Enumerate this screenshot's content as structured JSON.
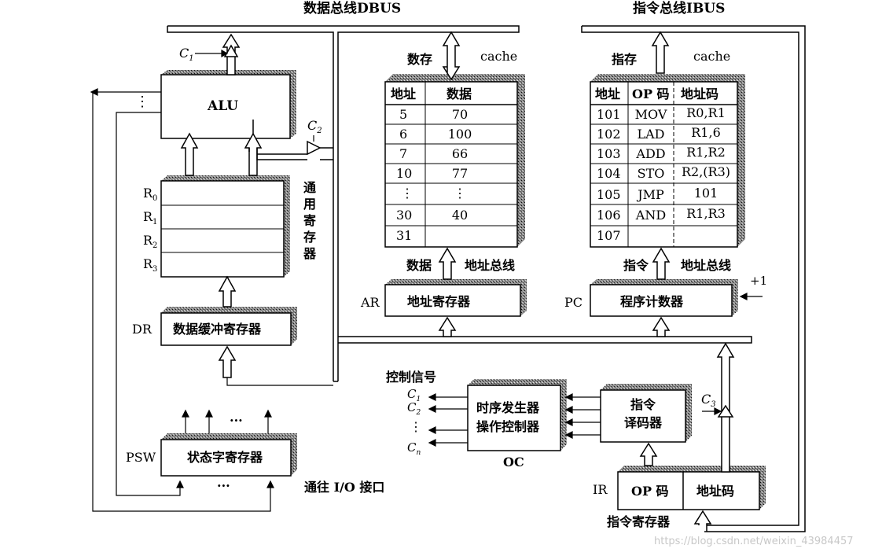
{
  "dbus_label": "数据总线DBUS",
  "ibus_label": "指令总线IBUS",
  "alu": {
    "label": "ALU",
    "c1": "C",
    "c1_sub": "1",
    "dots": "⋮"
  },
  "c2": {
    "label": "C",
    "sub": "2"
  },
  "general_regs": {
    "side_label": [
      "通",
      "用",
      "寄",
      "存",
      "器"
    ],
    "regs": [
      {
        "r": "R",
        "s": "0"
      },
      {
        "r": "R",
        "s": "1"
      },
      {
        "r": "R",
        "s": "2"
      },
      {
        "r": "R",
        "s": "3"
      }
    ]
  },
  "dr": {
    "tag": "DR",
    "label": "数据缓冲寄存器"
  },
  "psw": {
    "tag": "PSW",
    "label": "状态字寄存器",
    "dots_top": "···",
    "dots_bottom": "···"
  },
  "io_label": "通往 I/O 接口",
  "data_cache": {
    "top_left": "数存",
    "top_right": "cache",
    "headers": [
      "地址",
      "数据"
    ],
    "rows": [
      [
        "5",
        "70"
      ],
      [
        "6",
        "100"
      ],
      [
        "7",
        "66"
      ],
      [
        "10",
        "77"
      ],
      [
        "⋮",
        "⋮"
      ],
      [
        "30",
        "40"
      ],
      [
        "31",
        ""
      ]
    ],
    "bottom_left": "数据",
    "bottom_right": "地址总线"
  },
  "ar": {
    "tag": "AR",
    "label": "地址寄存器"
  },
  "instr_cache": {
    "top_left": "指存",
    "top_right": "cache",
    "headers": [
      "地址",
      "OP 码",
      "地址码"
    ],
    "rows": [
      [
        "101",
        "MOV",
        "R0,R1"
      ],
      [
        "102",
        "LAD",
        "R1,6"
      ],
      [
        "103",
        "ADD",
        "R1,R2"
      ],
      [
        "104",
        "STO",
        "R2,(R3)"
      ],
      [
        "105",
        "JMP",
        "101"
      ],
      [
        "106",
        "AND",
        "R1,R3"
      ],
      [
        "107",
        "",
        ""
      ]
    ],
    "bottom_left": "指令",
    "bottom_right": "地址总线"
  },
  "pc": {
    "tag": "PC",
    "label": "程序计数器",
    "inc": "+1"
  },
  "control": {
    "title": "控制信号",
    "signals": [
      {
        "c": "C",
        "s": "1"
      },
      {
        "c": "C",
        "s": "2"
      },
      {
        "c": "⋮",
        "s": ""
      },
      {
        "c": "C",
        "s": "n"
      }
    ]
  },
  "oc": {
    "line1": "时序发生器",
    "line2": "操作控制器",
    "tag": "OC"
  },
  "decoder": {
    "line1": "指令",
    "line2": "译码器"
  },
  "c3": {
    "label": "C",
    "sub": "3"
  },
  "ir": {
    "tag": "IR",
    "op": "OP 码",
    "addr": "地址码",
    "caption": "指令寄存器"
  },
  "watermark": "https://blog.csdn.net/weixin_43984457"
}
